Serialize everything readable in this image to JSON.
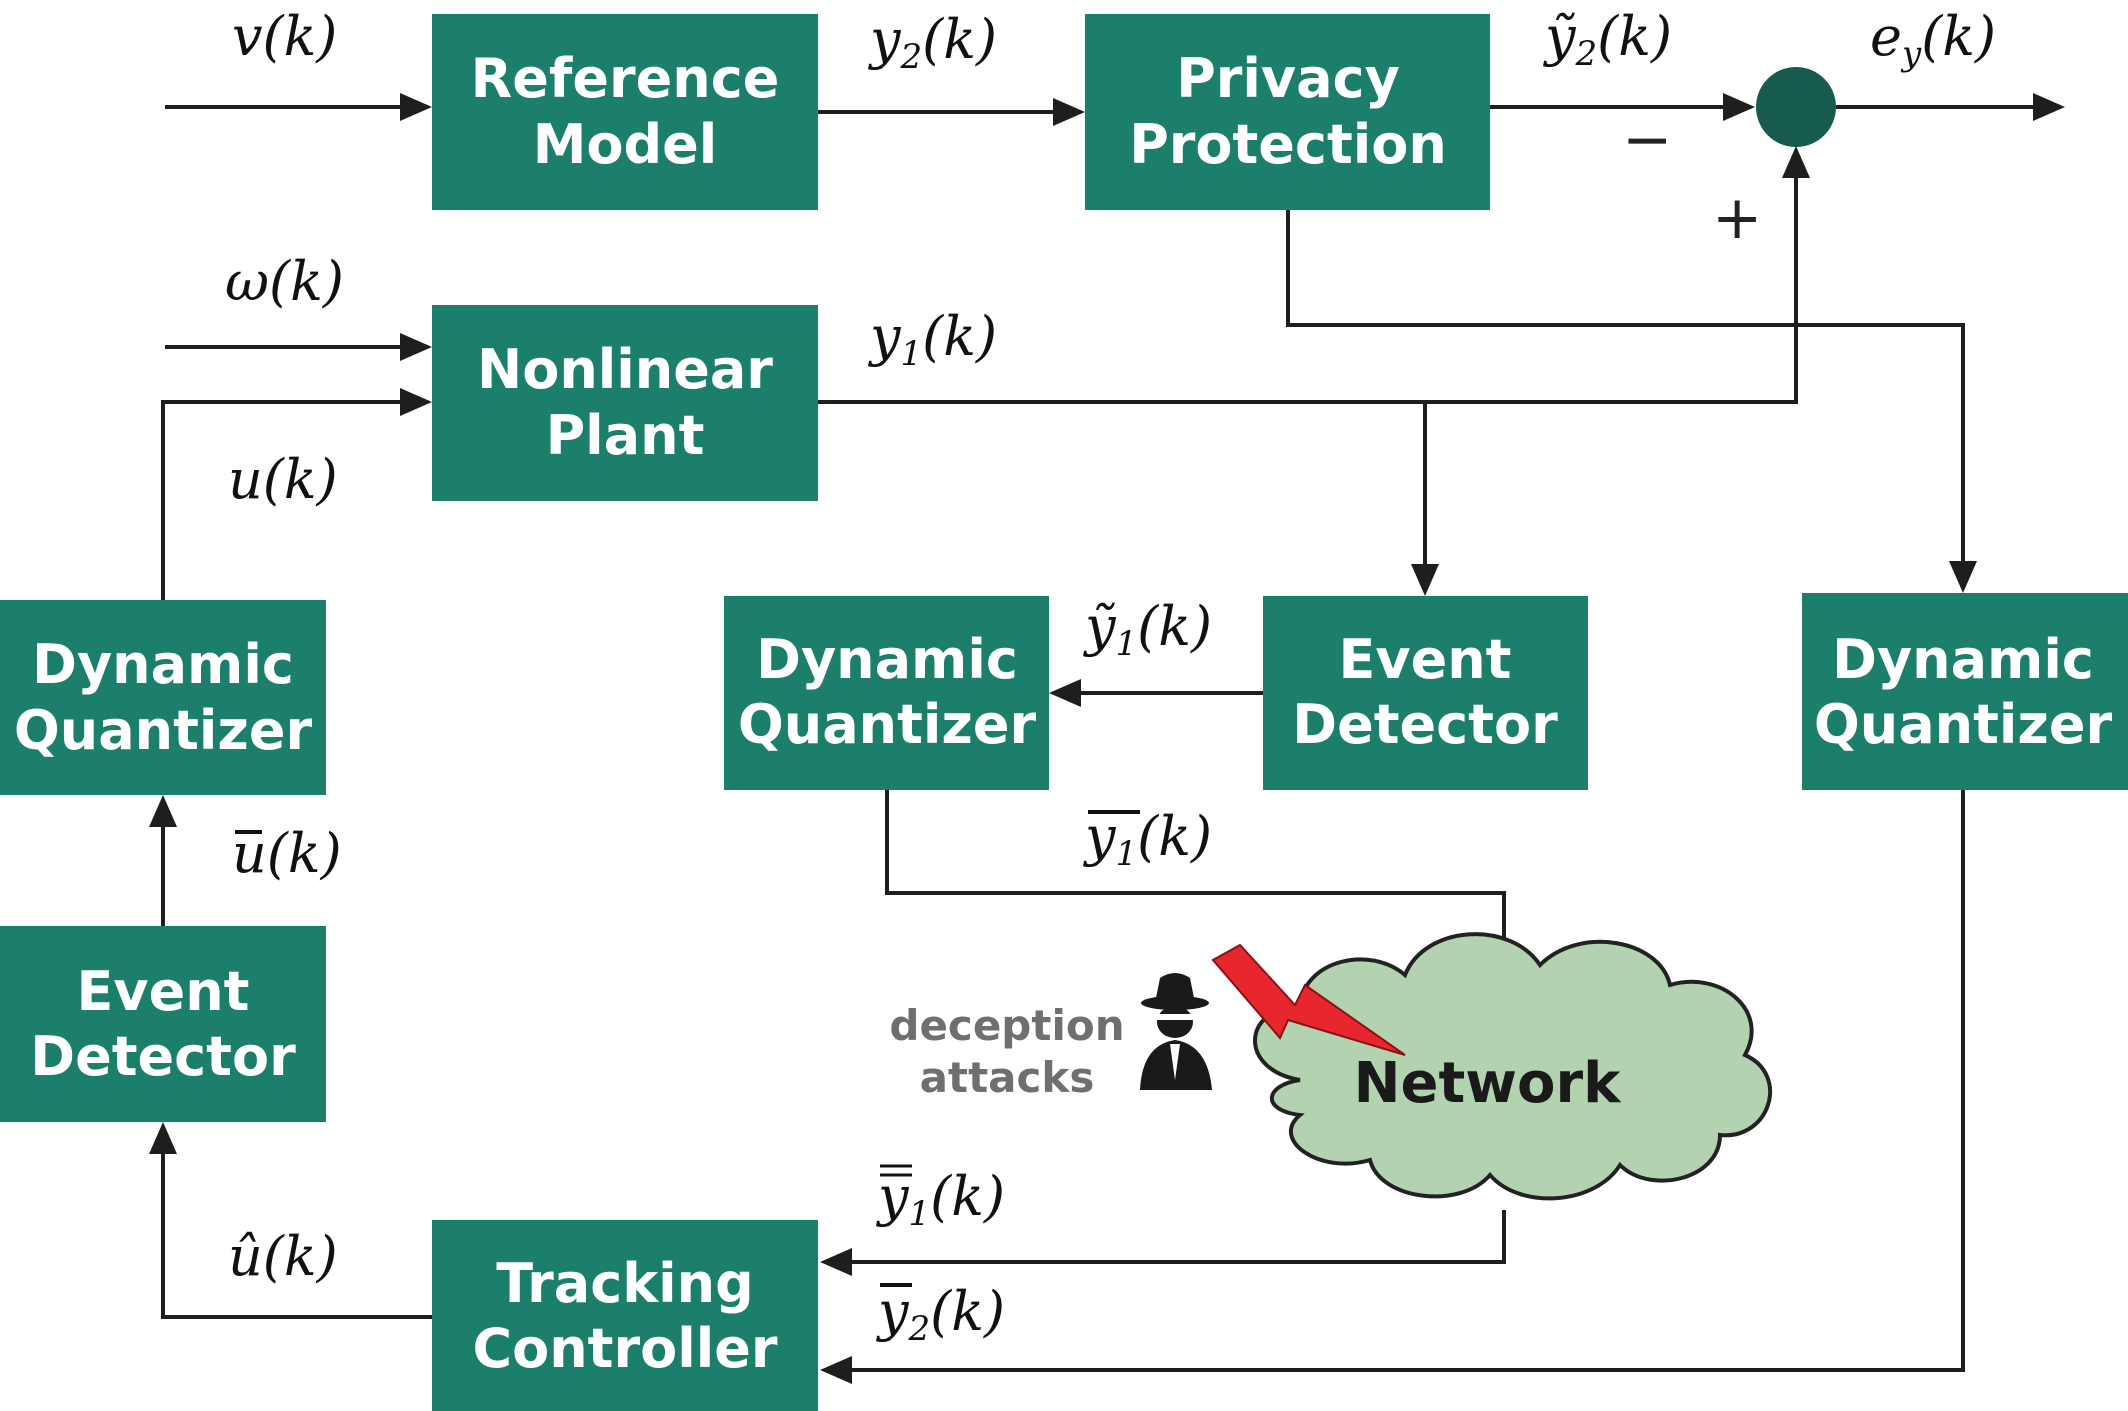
{
  "blocks": {
    "reference_model": [
      "Reference",
      "Model"
    ],
    "privacy_protection": [
      "Privacy",
      "Protection"
    ],
    "nonlinear_plant": [
      "Nonlinear",
      "Plant"
    ],
    "quantizer_left": [
      "Dynamic",
      "Quantizer"
    ],
    "quantizer_mid": [
      "Dynamic",
      "Quantizer"
    ],
    "quantizer_right": [
      "Dynamic",
      "Quantizer"
    ],
    "event_detector_mid": [
      "Event",
      "Detector"
    ],
    "event_detector_left": [
      "Event",
      "Detector"
    ],
    "tracking_controller": [
      "Tracking",
      "Controller"
    ]
  },
  "signals": {
    "v": {
      "base": "v",
      "arg": "(k)"
    },
    "y2": {
      "base": "y",
      "sub": "2",
      "arg": "(k)"
    },
    "y2_tilde": {
      "base": "ỹ",
      "sub": "2",
      "arg": "(k)"
    },
    "ey": {
      "base": "e",
      "sub": "y",
      "arg": "(k)"
    },
    "omega": {
      "base": "ω",
      "arg": "(k)"
    },
    "y1": {
      "base": "y",
      "sub": "1",
      "arg": "(k)"
    },
    "u": {
      "base": "u",
      "arg": "(k)"
    },
    "y1_tilde": {
      "base": "ỹ",
      "sub": "1",
      "arg": "(k)"
    },
    "u_bar": {
      "base": "u",
      "arg": "(k)"
    },
    "y1_bar": {
      "base": "y",
      "sub": "1",
      "arg": "(k)"
    },
    "y1_dbar": {
      "base": "y",
      "sub": "1",
      "arg": "(k)"
    },
    "y2_bar": {
      "base": "y",
      "sub": "2",
      "arg": "(k)"
    },
    "u_hat": {
      "base": "û",
      "arg": "(k)"
    }
  },
  "summing_signs": {
    "minus": "−",
    "plus": "+"
  },
  "network": {
    "label": "Network",
    "attack_label": [
      "deception",
      "attacks"
    ]
  },
  "colors": {
    "block": "#1c7f6c",
    "summer": "#175b4e",
    "cloud": "#b3d3b0",
    "bolt": "#e8262d"
  },
  "icons": {
    "attacker": "hacker-icon",
    "attack": "lightning-bolt-icon"
  }
}
